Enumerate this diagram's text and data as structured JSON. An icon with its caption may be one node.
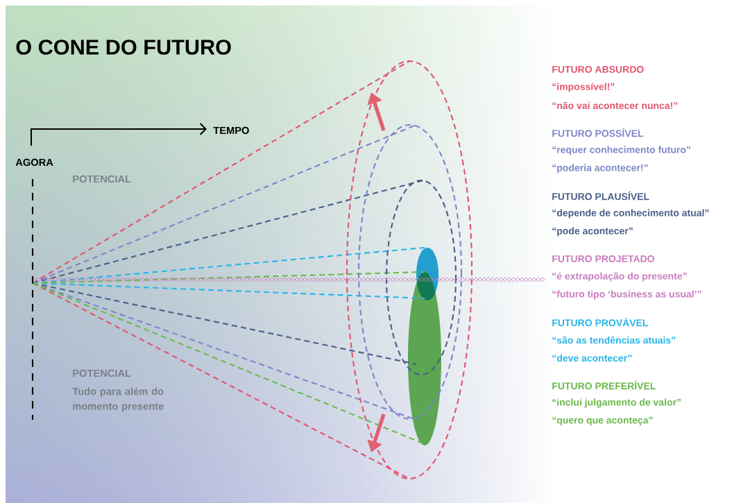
{
  "diagram": {
    "title": "O CONE DO FUTURO",
    "labels": [
      "TEMPO",
      "AGORA",
      "POTENCIAL",
      "POTENCIAL",
      "Tudo para além do momento presente",
      "FUTURO ABSURDO",
      "“impossível!”",
      "“não vai acontecer nunca!”",
      "FUTURO POSSÍVEL",
      "“requer conhecimento futuro”",
      "“poderia acontecer!”",
      "FUTURO PLAUSÍVEL",
      "“depende de conhecimento atual”",
      "“pode acontecer”",
      "FUTURO PROJETADO",
      "“é extrapolação do presente”",
      "“futuro tipo ‘business as usual’”",
      "FUTURO PROVÁVEL",
      "“são as tendências atuais”",
      "“deve acontecer”",
      "FUTURO PREFERÍVEL",
      "“inclui julgamento de valor”",
      "“quero que aconteça”"
    ]
  }
}
